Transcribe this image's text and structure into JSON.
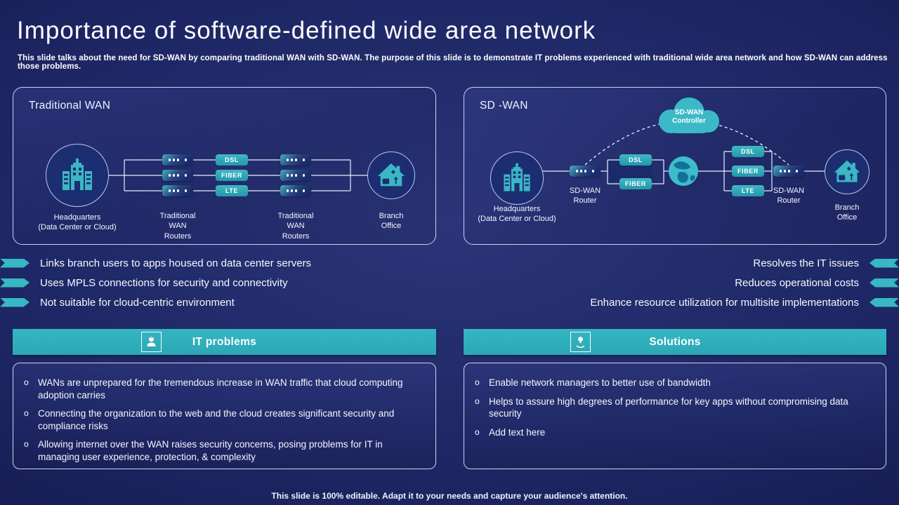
{
  "slide": {
    "title": "Importance of software-defined wide area network",
    "subtitle": "This slide talks about the need for SD-WAN by comparing traditional WAN with SD-WAN. The purpose of this slide is to demonstrate IT problems experienced with traditional wide area network and how SD-WAN can address those problems.",
    "footer": "This slide is 100% editable. Adapt it to your needs and capture your audience's attention.",
    "bullet_char": "o"
  },
  "colors": {
    "teal_accent": "#38b7c4",
    "band_teal": "#31b0bd",
    "node_navy": "#1d2d72",
    "background_navy": "#1d2663",
    "wire_white": "#e9edff"
  },
  "traditional": {
    "title": "Traditional WAN",
    "hq_label": "Headquarters\n(Data Center or Cloud)",
    "routers_label": "Traditional\nWAN\nRouters",
    "links": [
      "DSL",
      "FIBER",
      "LTE"
    ],
    "branch_label": "Branch\nOffice"
  },
  "sdwan": {
    "title": "SD -WAN",
    "controller_label": "SD-WAN\nController",
    "hq_label": "Headquarters\n(Data Center or Cloud)",
    "router_label": "SD-WAN\nRouter",
    "left_links": [
      "DSL",
      "FIBER"
    ],
    "right_links": [
      "DSL",
      "FIBER",
      "LTE"
    ],
    "branch_label": "Branch\nOffice"
  },
  "wan_points": [
    "Links branch users to apps housed on data center servers",
    "Uses MPLS connections for security and connectivity",
    "Not suitable for cloud-centric environment"
  ],
  "sdwan_points": [
    "Resolves the IT issues",
    "Reduces operational costs",
    "Enhance resource utilization for multisite implementations"
  ],
  "it_problems": {
    "header": "IT problems",
    "items": [
      "WANs are unprepared for the tremendous increase in WAN traffic that cloud computing adoption carries",
      "Connecting the organization to the web and the cloud creates significant security and compliance risks",
      "Allowing internet over the WAN raises security concerns, posing problems for IT in managing user experience, protection, & complexity"
    ]
  },
  "solutions": {
    "header": "Solutions",
    "items": [
      "Enable network managers to better use of bandwidth",
      "Helps to assure high degrees of performance for key apps without compromising data security",
      "Add text here"
    ]
  }
}
